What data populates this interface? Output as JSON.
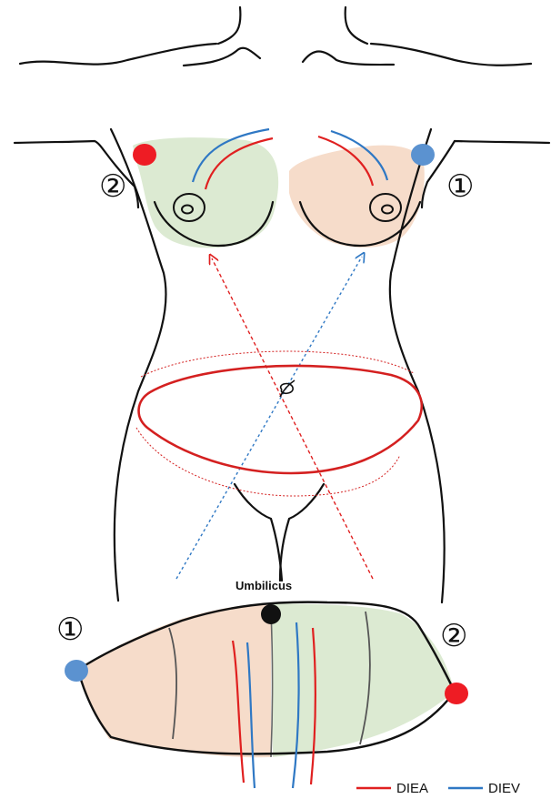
{
  "figure": {
    "markers": {
      "left_breast": "②",
      "right_breast": "①",
      "flap_left": "①",
      "flap_right": "②"
    },
    "umbilicus_label": "Umbilicus",
    "legend": [
      {
        "label": "DIEA",
        "color": "#e02020"
      },
      {
        "label": "DIEV",
        "color": "#2f78c4"
      }
    ],
    "colors": {
      "artery": "#e02020",
      "vein": "#2f78c4",
      "green_zone": "#dcead2",
      "peach_zone": "#f6dcca",
      "red_dot": "#ee1c24",
      "blue_dot": "#5b92d0",
      "outline": "#111111"
    }
  }
}
